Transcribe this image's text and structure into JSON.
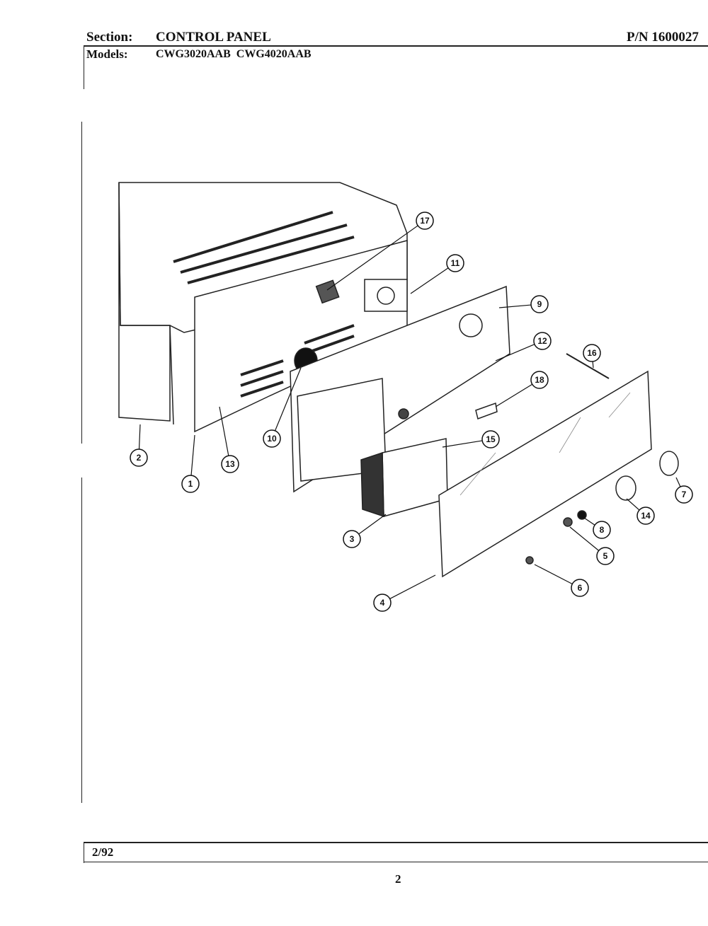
{
  "header": {
    "section_label": "Section:",
    "section_value": "CONTROL PANEL",
    "part_number": "P/N 1600027",
    "models_label": "Models:",
    "models_value": "CWG3020AAB  CWG4020AAB"
  },
  "footer": {
    "date": "2/92",
    "page_number": "2"
  },
  "callouts": [
    "17",
    "11",
    "9",
    "12",
    "16",
    "18",
    "15",
    "10",
    "13",
    "2",
    "1",
    "7",
    "14",
    "8",
    "5",
    "3",
    "6",
    "4"
  ]
}
